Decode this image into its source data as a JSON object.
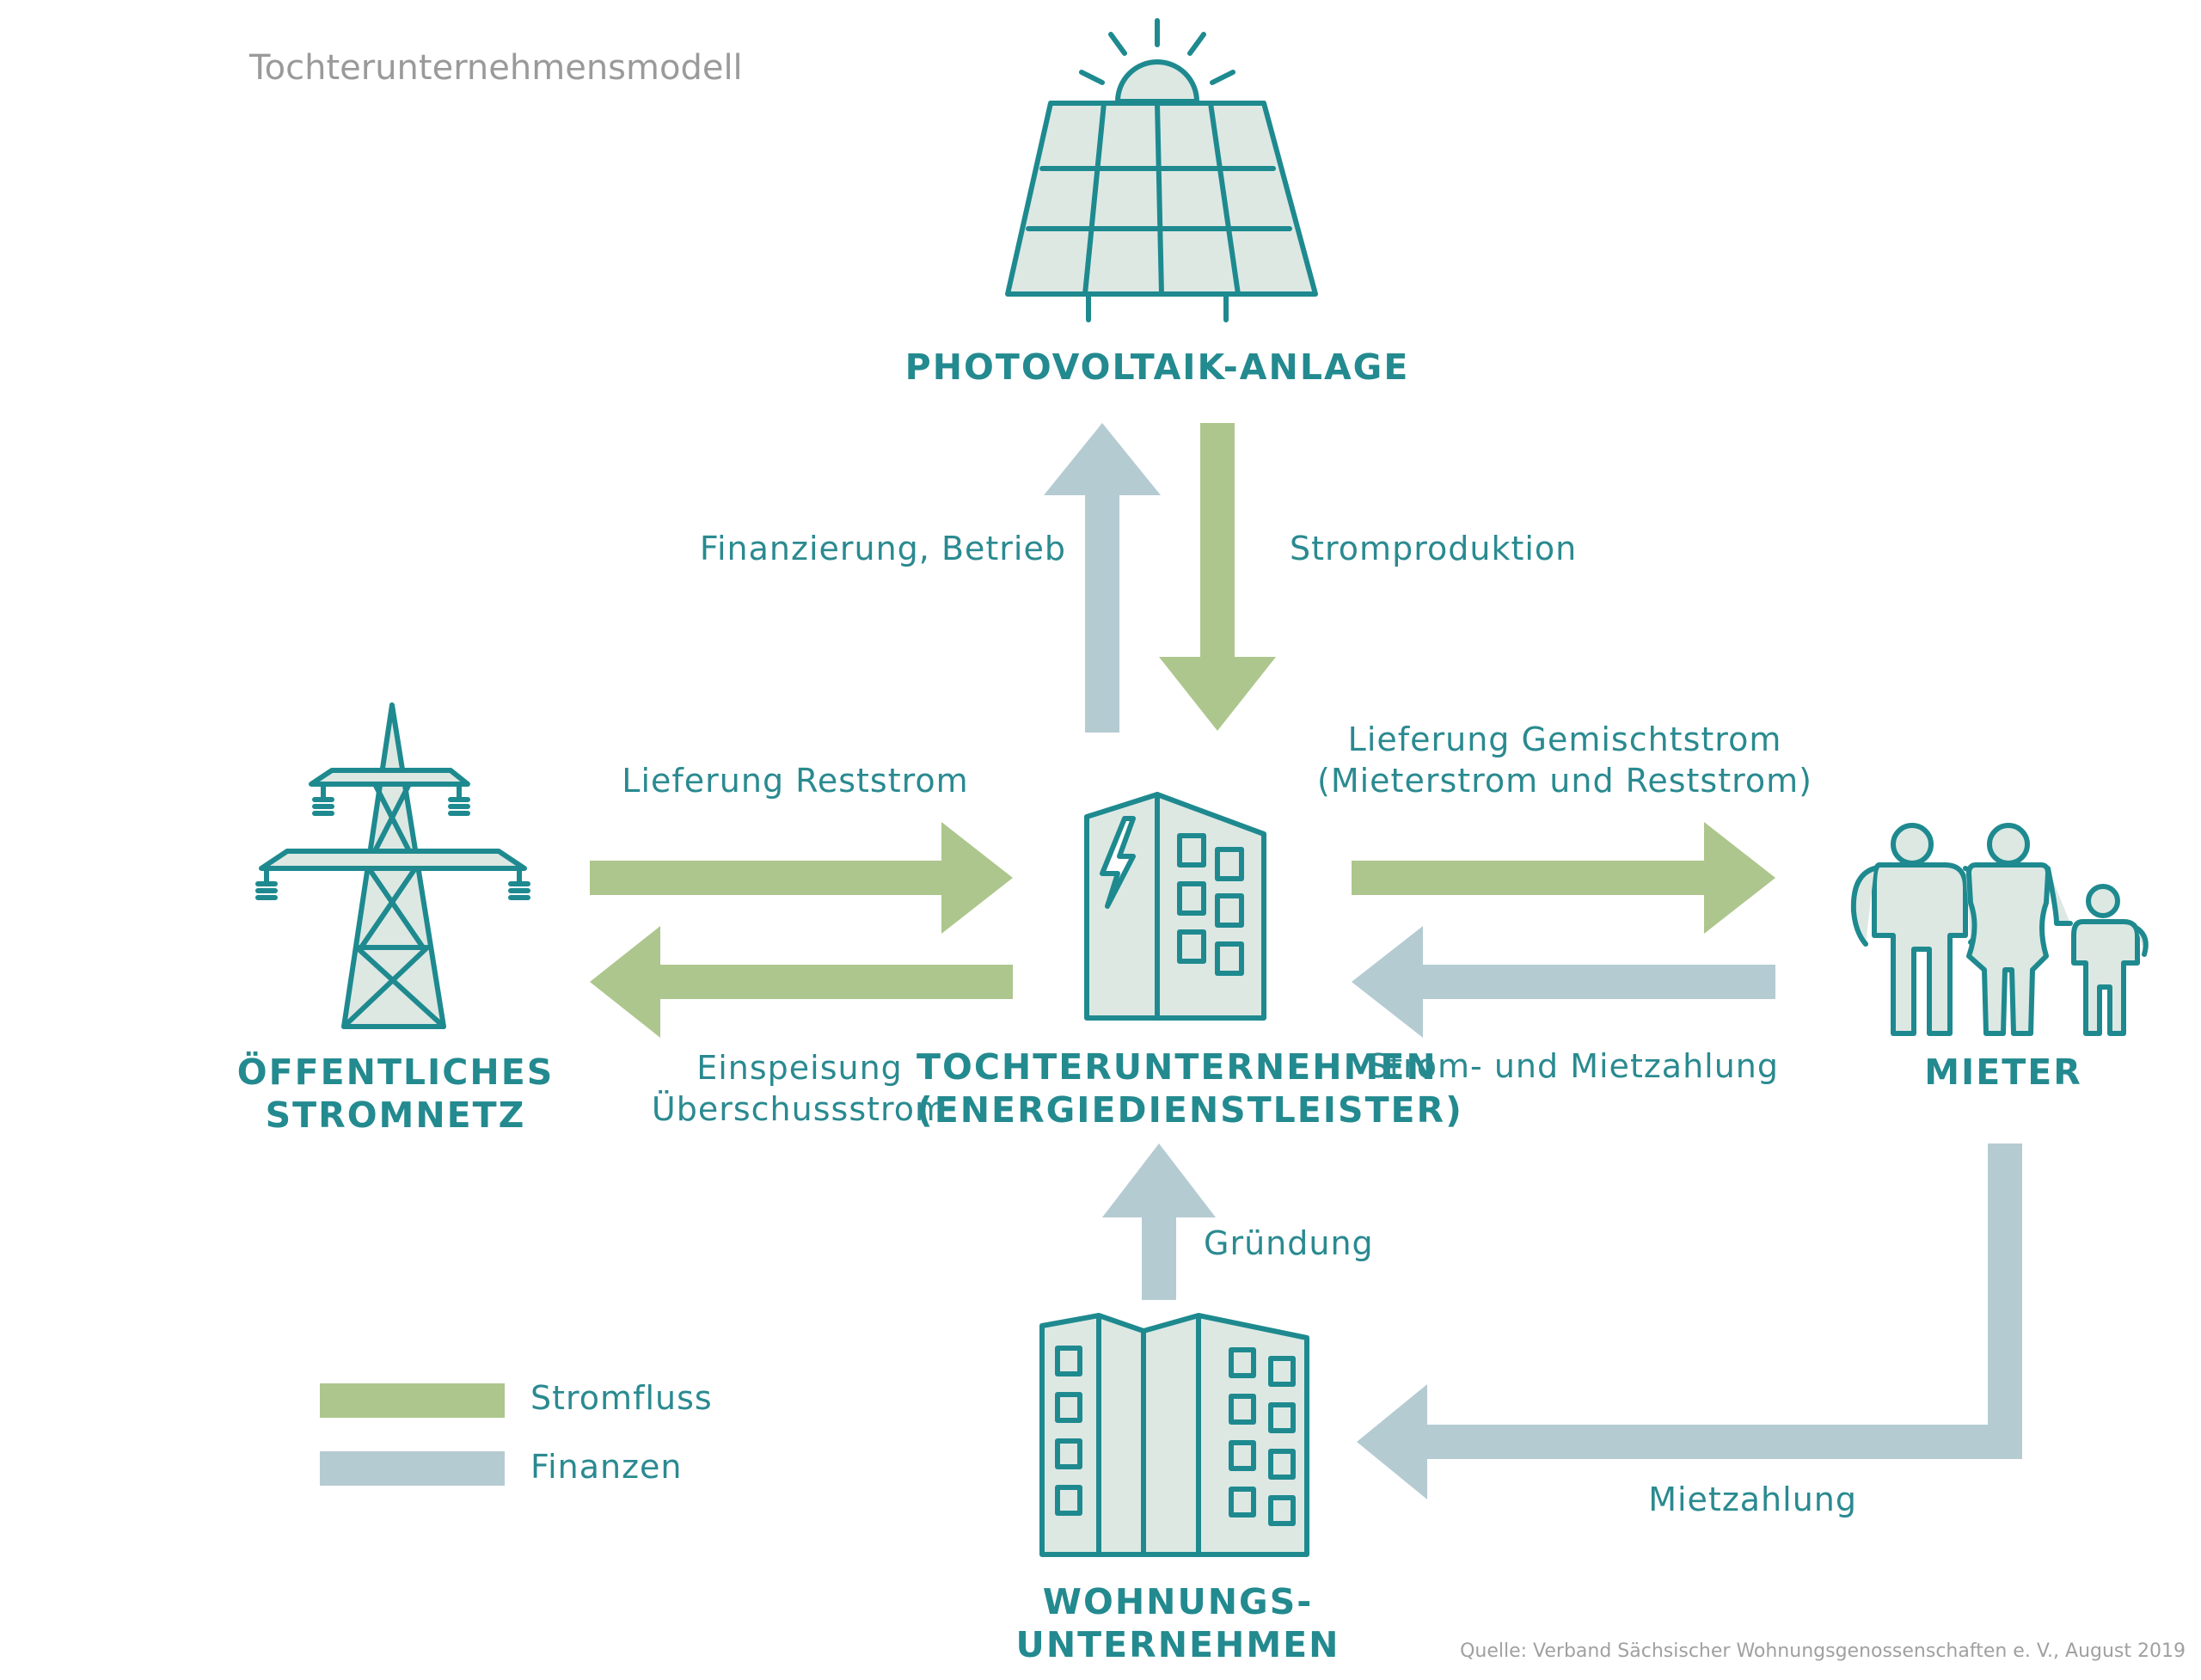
{
  "title": "Tochterunternehmensmodell",
  "source": "Quelle: Verband Sächsischer Wohnungsgenossenschaften e. V., August 2019",
  "colors": {
    "stromfluss": "#adc68d",
    "finanzen": "#b5cbd2",
    "icon_stroke": "#1e8a8f",
    "icon_fill": "#dde8e3",
    "text": "#238a8f"
  },
  "nodes": {
    "pv": {
      "label": "PHOTOVOLTAIK-ANLAGE",
      "icon": "solar-panel-icon"
    },
    "grid": {
      "line1": "ÖFFENTLICHES",
      "line2": "STROMNETZ",
      "icon": "power-pylon-icon"
    },
    "subsidiary": {
      "line1": "TOCHTERUNTERNEHMEN",
      "line2": "(ENERGIEDIENSTLEISTER)",
      "icon": "office-building-icon"
    },
    "tenants": {
      "label": "MIETER",
      "icon": "family-icon"
    },
    "housing": {
      "line1": "WOHNUNGS-",
      "line2": "UNTERNEHMEN",
      "icon": "apartment-building-icon"
    }
  },
  "flows": {
    "financing": "Finanzierung, Betrieb",
    "production": "Stromproduktion",
    "residual": "Lieferung Reststrom",
    "feed_in_1": "Einspeisung",
    "feed_in_2": "Überschussstrom",
    "mixed_1": "Lieferung Gemischtstrom",
    "mixed_2": "(Mieterstrom und Reststrom)",
    "payment": "Strom- und Mietzahlung",
    "founding": "Gründung",
    "rent": "Mietzahlung"
  },
  "legend": [
    {
      "label": "Stromfluss",
      "type": "stromfluss"
    },
    {
      "label": "Finanzen",
      "type": "finanzen"
    }
  ]
}
